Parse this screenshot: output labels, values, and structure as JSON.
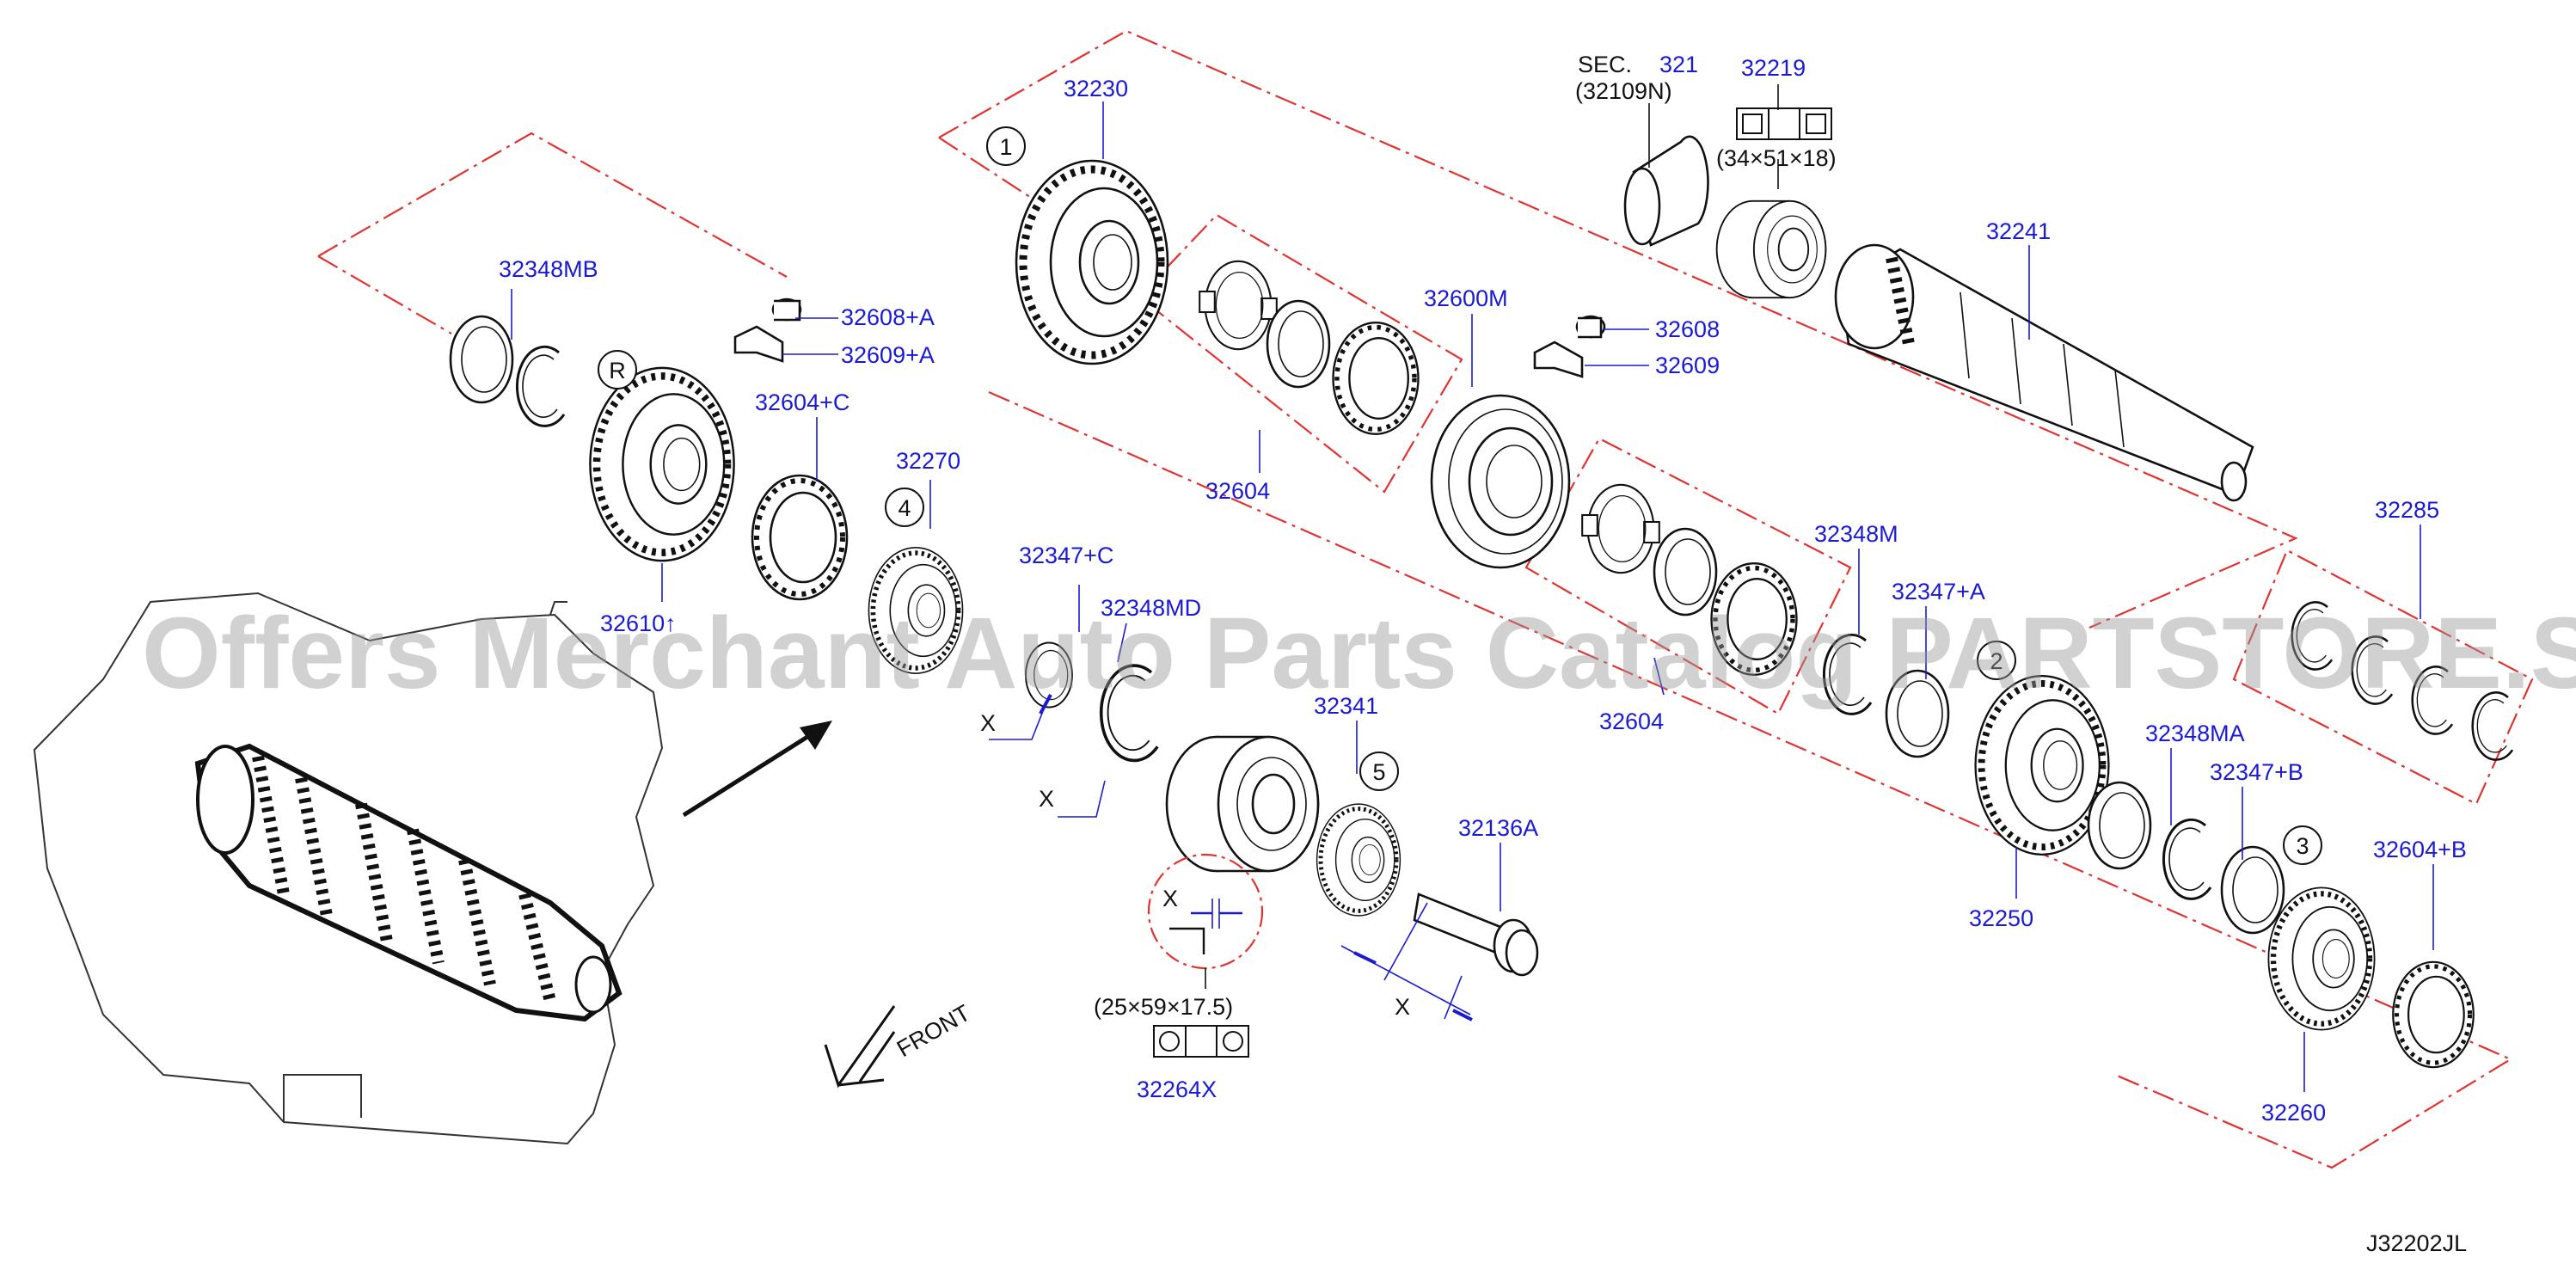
{
  "watermark": "Offers Merchant Auto Parts Catalog PARTSTORE.SA",
  "diagram_code": "J32202JL",
  "front_label": "FRONT",
  "section_ref": {
    "prefix": "SEC.",
    "number": "321",
    "part": "(32109N)"
  },
  "callouts": [
    "1",
    "2",
    "3",
    "4",
    "5",
    "R"
  ],
  "dimension_markers": [
    "X",
    "X",
    "X",
    "X"
  ],
  "bearing_dims": {
    "upper": "(34×51×18)",
    "lower": "(25×59×17.5)"
  },
  "parts": {
    "p32230": "32230",
    "p32219": "32219",
    "p32241": "32241",
    "p32348MB": "32348MB",
    "p32608A": "32608+A",
    "p32609A": "32609+A",
    "p32604C": "32604+C",
    "p32270": "32270",
    "p32610": "32610↑",
    "p32604top": "32604",
    "p32600M": "32600M",
    "p32608": "32608",
    "p32609": "32609",
    "p32347C": "32347+C",
    "p32348MD": "32348MD",
    "p32341": "32341",
    "p32136A": "32136A",
    "p32264X": "32264X",
    "p32604mid": "32604",
    "p32348M": "32348M",
    "p32347A": "32347+A",
    "p32285": "32285",
    "p32250": "32250",
    "p32348MA": "32348MA",
    "p32347B": "32347+B",
    "p32604B": "32604+B",
    "p32260": "32260"
  }
}
